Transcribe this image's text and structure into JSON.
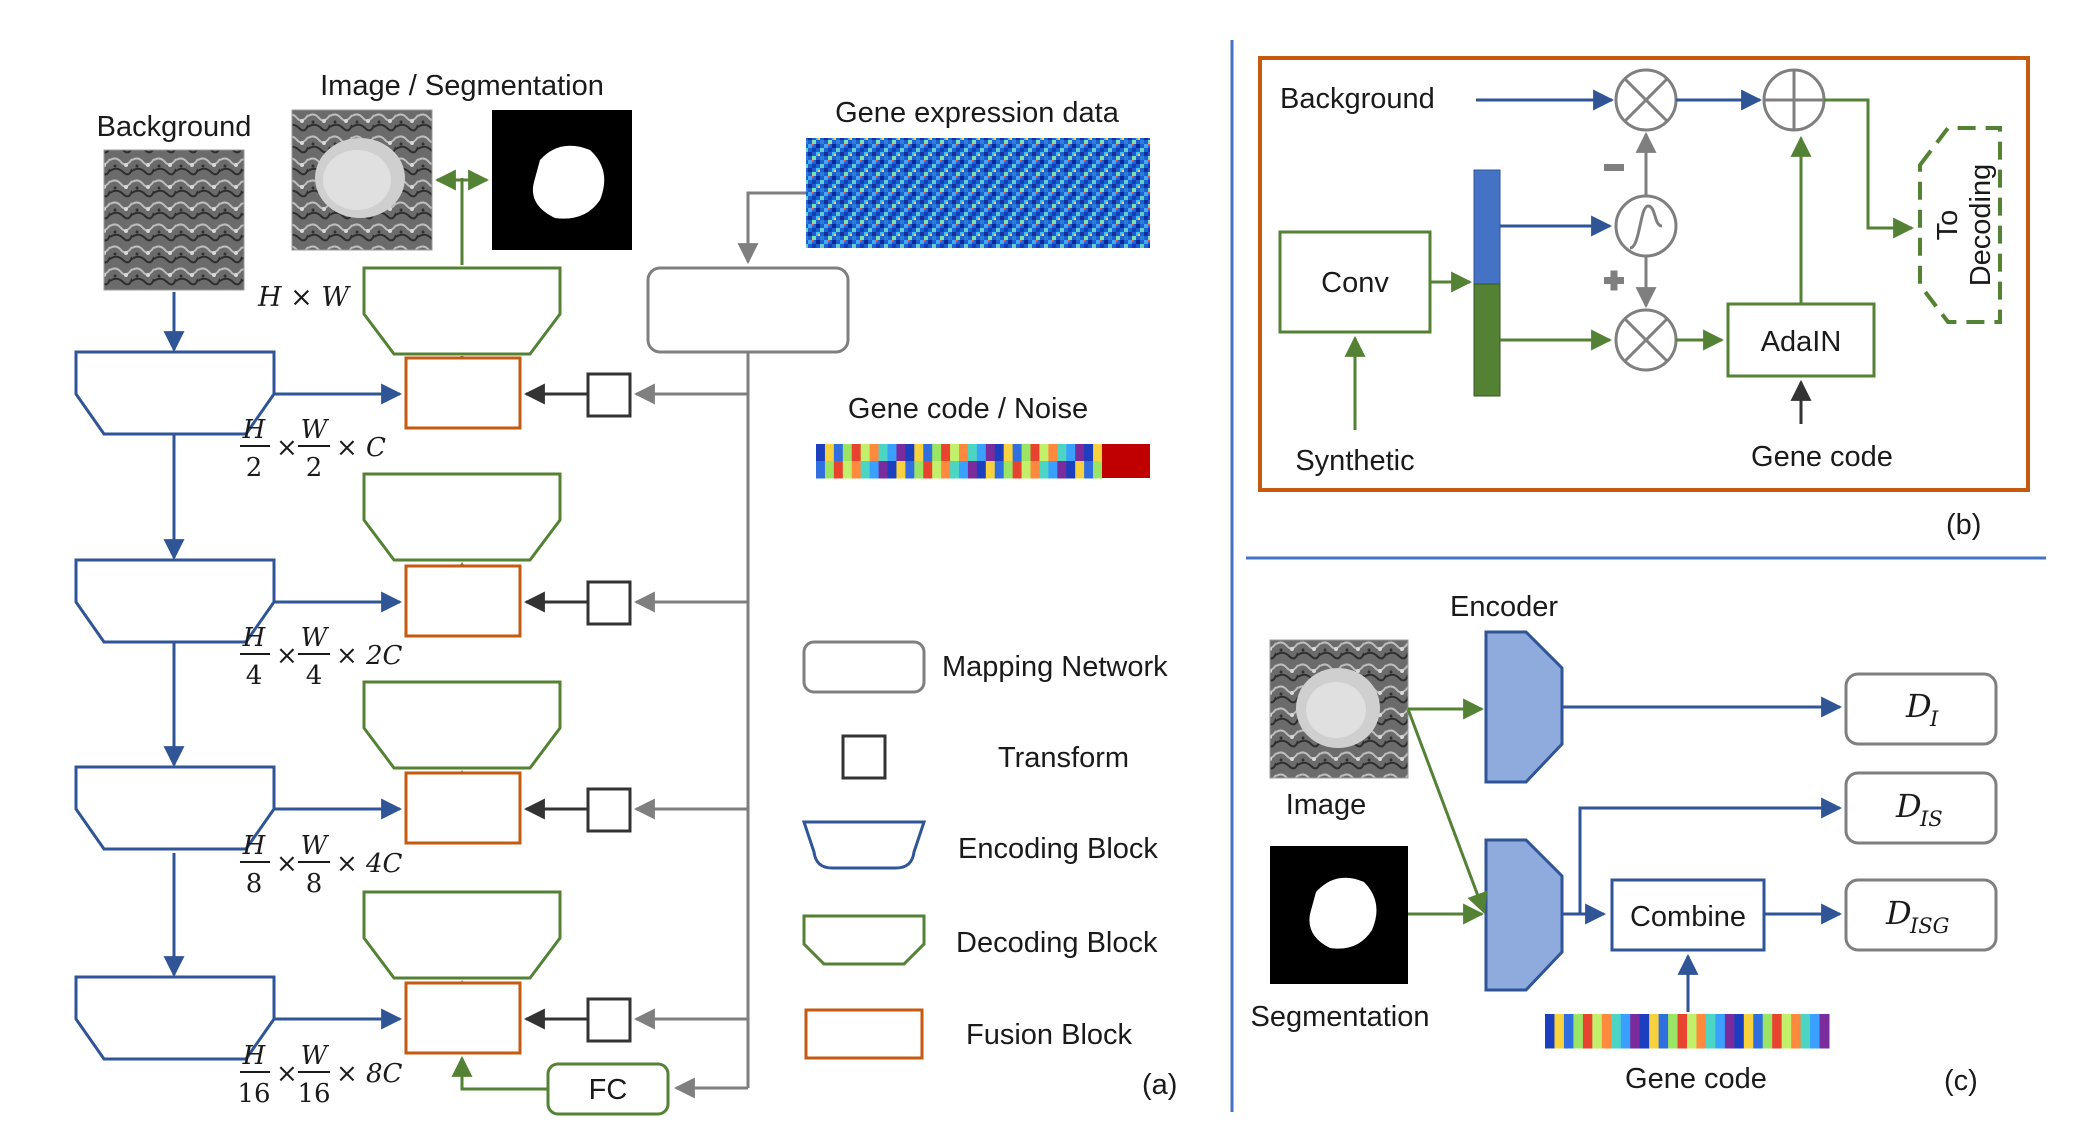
{
  "panel_a": {
    "background_label": "Background",
    "image_seg_label": "Image / Segmentation",
    "gene_expression_label": "Gene expression data",
    "gene_code_noise_label": "Gene code / Noise",
    "fc_label": "FC",
    "panel_label": "(a)",
    "dims": [
      {
        "pre": "",
        "num": "H",
        "den": "2",
        "mult": "",
        "tail": "C"
      },
      {
        "pre": "",
        "num": "H",
        "den": "4",
        "mult": "2",
        "tail": "C"
      },
      {
        "pre": "",
        "num": "H",
        "den": "8",
        "mult": "4",
        "tail": "C"
      },
      {
        "pre": "",
        "num": "H",
        "den": "16",
        "mult": "8",
        "tail": "C"
      }
    ],
    "top_dim": "H × W",
    "dim_frac_w": [
      "W",
      "2",
      "W",
      "4",
      "W",
      "8",
      "W",
      "16"
    ],
    "legend": {
      "mapping": "Mapping  Network",
      "transform": "Transform",
      "encoding": "Encoding Block",
      "decoding": "Decoding Block",
      "fusion": "Fusion Block"
    }
  },
  "panel_b": {
    "background_label": "Background",
    "conv_label": "Conv",
    "synthetic_label": "Synthetic",
    "adain_label": "AdaIN",
    "gene_code_label": "Gene code",
    "to_decoding_1": "To",
    "to_decoding_2": "Decoding",
    "panel_label": "(b)"
  },
  "panel_c": {
    "encoder_label": "Encoder",
    "image_label": "Image",
    "segmentation_label": "Segmentation",
    "combine_label": "Combine",
    "gene_code_label": "Gene code",
    "d_i": {
      "base": "D",
      "sub": "I"
    },
    "d_is": {
      "base": "D",
      "sub": "IS"
    },
    "d_isg": {
      "base": "D",
      "sub": "ISG"
    },
    "panel_label": "(c)"
  },
  "colors": {
    "encoding_blue": "#2f5597",
    "decoding_green": "#548235",
    "fusion_orange": "#c55a11",
    "mapping_gray": "#7f7f7f",
    "encoder_fill": "#8faadc",
    "divider_blue": "#4472c4"
  }
}
